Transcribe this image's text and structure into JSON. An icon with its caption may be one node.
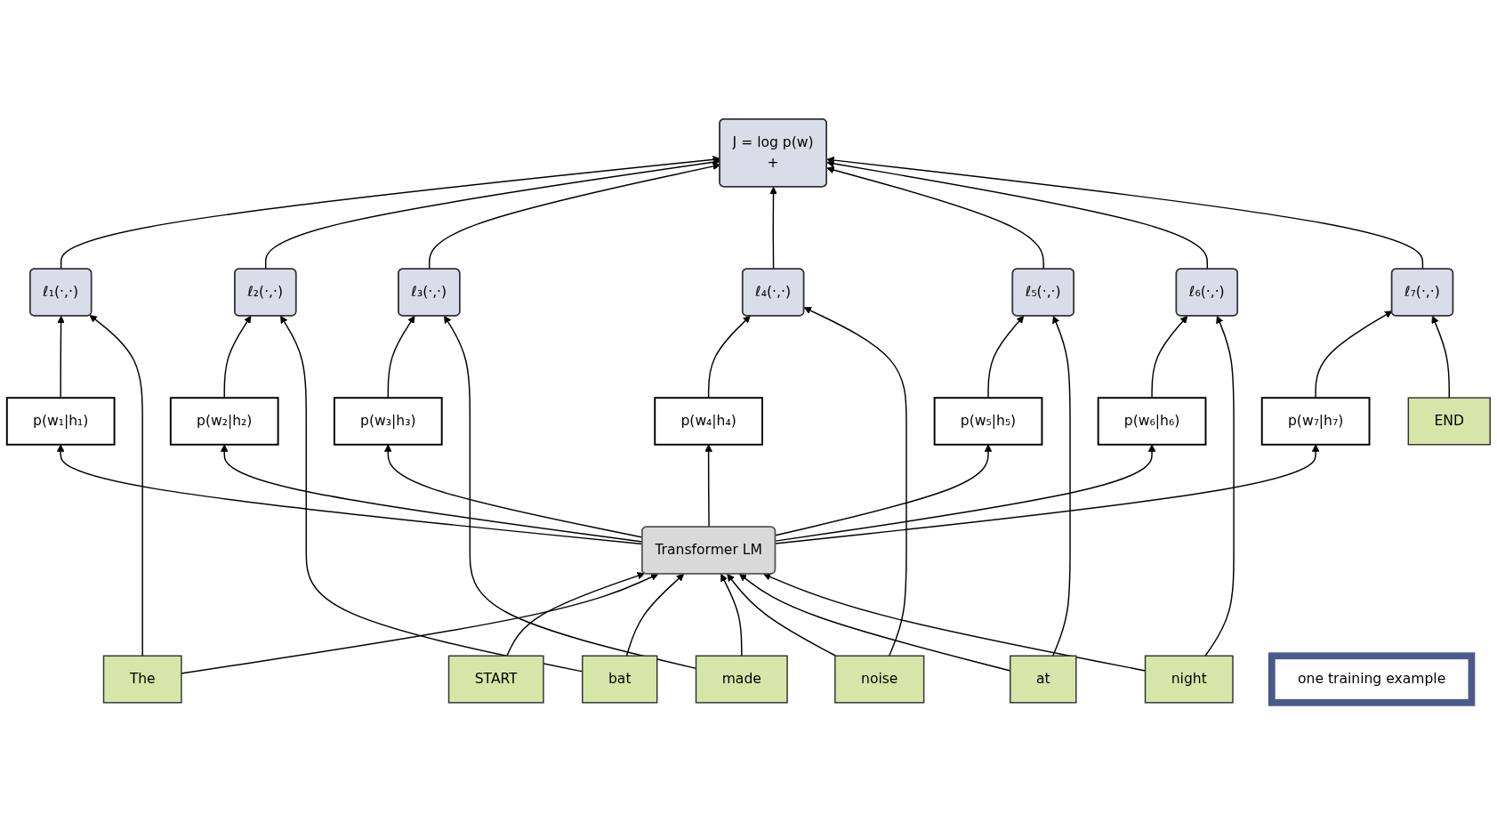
{
  "diagram": {
    "nodes": [
      {
        "text": [
          "J = log p(w)",
          "+"
        ]
      },
      {
        "text": [
          "ℓ₁(·,·)"
        ]
      },
      {
        "text": [
          "ℓ₂(·,·)"
        ]
      },
      {
        "text": [
          "ℓ₃(·,·)"
        ]
      },
      {
        "text": [
          "ℓ₄(·,·)"
        ]
      },
      {
        "text": [
          "ℓ₅(·,·)"
        ]
      },
      {
        "text": [
          "ℓ₆(·,·)"
        ]
      },
      {
        "text": [
          "ℓ₇(·,·)"
        ]
      },
      {
        "text": [
          "p(w₁|h₁)"
        ]
      },
      {
        "text": [
          "p(w₂|h₂)"
        ]
      },
      {
        "text": [
          "p(w₃|h₃)"
        ]
      },
      {
        "text": [
          "p(w₄|h₄)"
        ]
      },
      {
        "text": [
          "p(w₅|h₅)"
        ]
      },
      {
        "text": [
          "p(w₆|h₆)"
        ]
      },
      {
        "text": [
          "p(w₇|h₇)"
        ]
      },
      {
        "text": [
          "Transformer LM"
        ]
      },
      {
        "text": [
          "START"
        ]
      },
      {
        "text": [
          "The"
        ]
      },
      {
        "text": [
          "bat"
        ]
      },
      {
        "text": [
          "made"
        ]
      },
      {
        "text": [
          "noise"
        ]
      },
      {
        "text": [
          "at"
        ]
      },
      {
        "text": [
          "night"
        ]
      },
      {
        "text": [
          "END"
        ]
      },
      {
        "text": [
          "one training example"
        ]
      }
    ],
    "edges": [
      {
        "from": 1,
        "to": 0,
        "arrow": "to"
      },
      {
        "from": 2,
        "to": 0,
        "arrow": "to"
      },
      {
        "from": 3,
        "to": 0,
        "arrow": "to"
      },
      {
        "from": 4,
        "to": 0,
        "arrow": "to"
      },
      {
        "from": 5,
        "to": 0,
        "arrow": "to"
      },
      {
        "from": 6,
        "to": 0,
        "arrow": "to"
      },
      {
        "from": 7,
        "to": 0,
        "arrow": "to"
      },
      {
        "from": 8,
        "to": 1,
        "arrow": "to"
      },
      {
        "from": 9,
        "to": 2,
        "arrow": "to"
      },
      {
        "from": 10,
        "to": 3,
        "arrow": "to"
      },
      {
        "from": 11,
        "to": 4,
        "arrow": "to"
      },
      {
        "from": 12,
        "to": 5,
        "arrow": "to"
      },
      {
        "from": 13,
        "to": 6,
        "arrow": "to"
      },
      {
        "from": 14,
        "to": 7,
        "arrow": "to"
      },
      {
        "from": 15,
        "to": 8,
        "arrow": "to"
      },
      {
        "from": 15,
        "to": 9,
        "arrow": "to"
      },
      {
        "from": 15,
        "to": 10,
        "arrow": "to"
      },
      {
        "from": 15,
        "to": 11,
        "arrow": "to"
      },
      {
        "from": 15,
        "to": 12,
        "arrow": "to"
      },
      {
        "from": 15,
        "to": 13,
        "arrow": "to"
      },
      {
        "from": 15,
        "to": 14,
        "arrow": "to"
      },
      {
        "from": 16,
        "to": 15,
        "arrow": "to"
      },
      {
        "from": 17,
        "to": 15,
        "arrow": "to"
      },
      {
        "from": 18,
        "to": 15,
        "arrow": "to"
      },
      {
        "from": 19,
        "to": 15,
        "arrow": "to"
      },
      {
        "from": 20,
        "to": 15,
        "arrow": "to"
      },
      {
        "from": 21,
        "to": 15,
        "arrow": "to"
      },
      {
        "from": 22,
        "to": 15,
        "arrow": "to"
      },
      {
        "from": 17,
        "to": 1,
        "arrow": "to"
      },
      {
        "from": 18,
        "to": 2,
        "arrow": "to"
      },
      {
        "from": 19,
        "to": 3,
        "arrow": "to"
      },
      {
        "from": 20,
        "to": 4,
        "arrow": "to"
      },
      {
        "from": 21,
        "to": 5,
        "arrow": "to"
      },
      {
        "from": 22,
        "to": 6,
        "arrow": "to"
      },
      {
        "from": 23,
        "to": 7,
        "arrow": "to"
      }
    ]
  }
}
